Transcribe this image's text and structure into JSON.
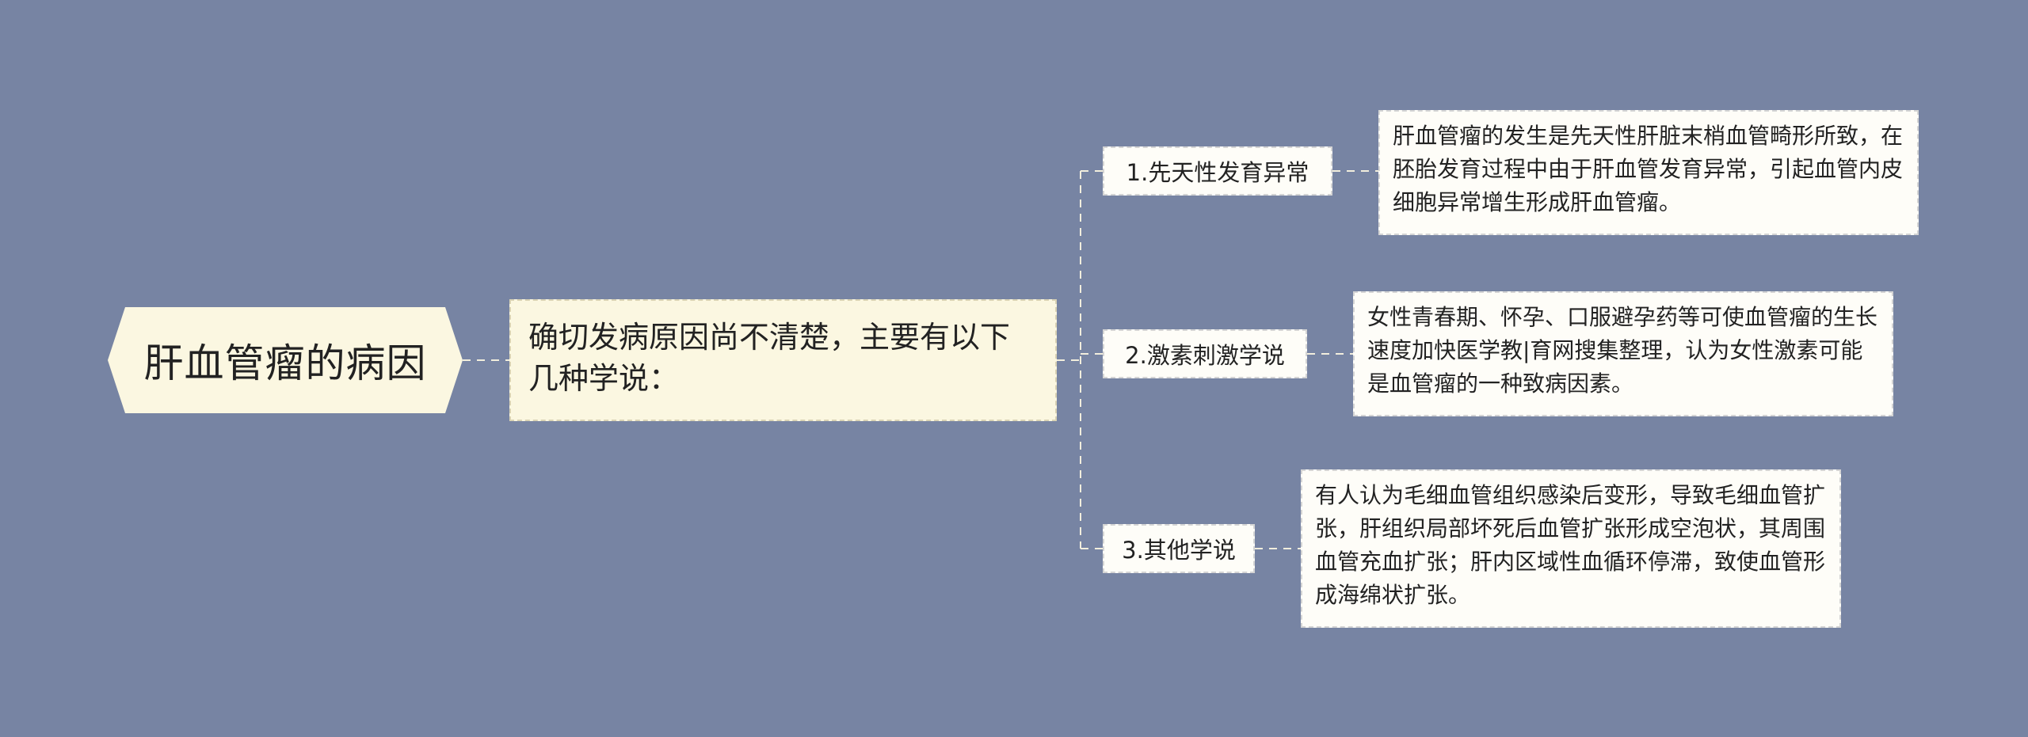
{
  "root": {
    "title": "肝血管瘤的病因"
  },
  "summary": {
    "text": "确切发病原因尚不清楚，主要有以下几种学说："
  },
  "branches": [
    {
      "label": "1.先天性发育异常",
      "detail": "肝血管瘤的发生是先天性肝脏末梢血管畸形所致，在胚胎发育过程中由于肝血管发育异常，引起血管内皮细胞异常增生形成肝血管瘤。"
    },
    {
      "label": "2.激素刺激学说",
      "detail": "女性青春期、怀孕、口服避孕药等可使血管瘤的生长速度加快医学教|育网搜集整理，认为女性激素可能是血管瘤的一种致病因素。"
    },
    {
      "label": "3.其他学说",
      "detail": "有人认为毛细血管组织感染后变形，导致毛细血管扩张，肝组织局部坏死后血管扩张形成空泡状，其周围血管充血扩张；肝内区域性血循环停滞，致使血管形成海绵状扩张。"
    }
  ],
  "colors": {
    "background": "#7784a3",
    "root_fill": "#fbf7e1",
    "node_fill": "#fefdf8",
    "connector": "#f4f0e0"
  }
}
